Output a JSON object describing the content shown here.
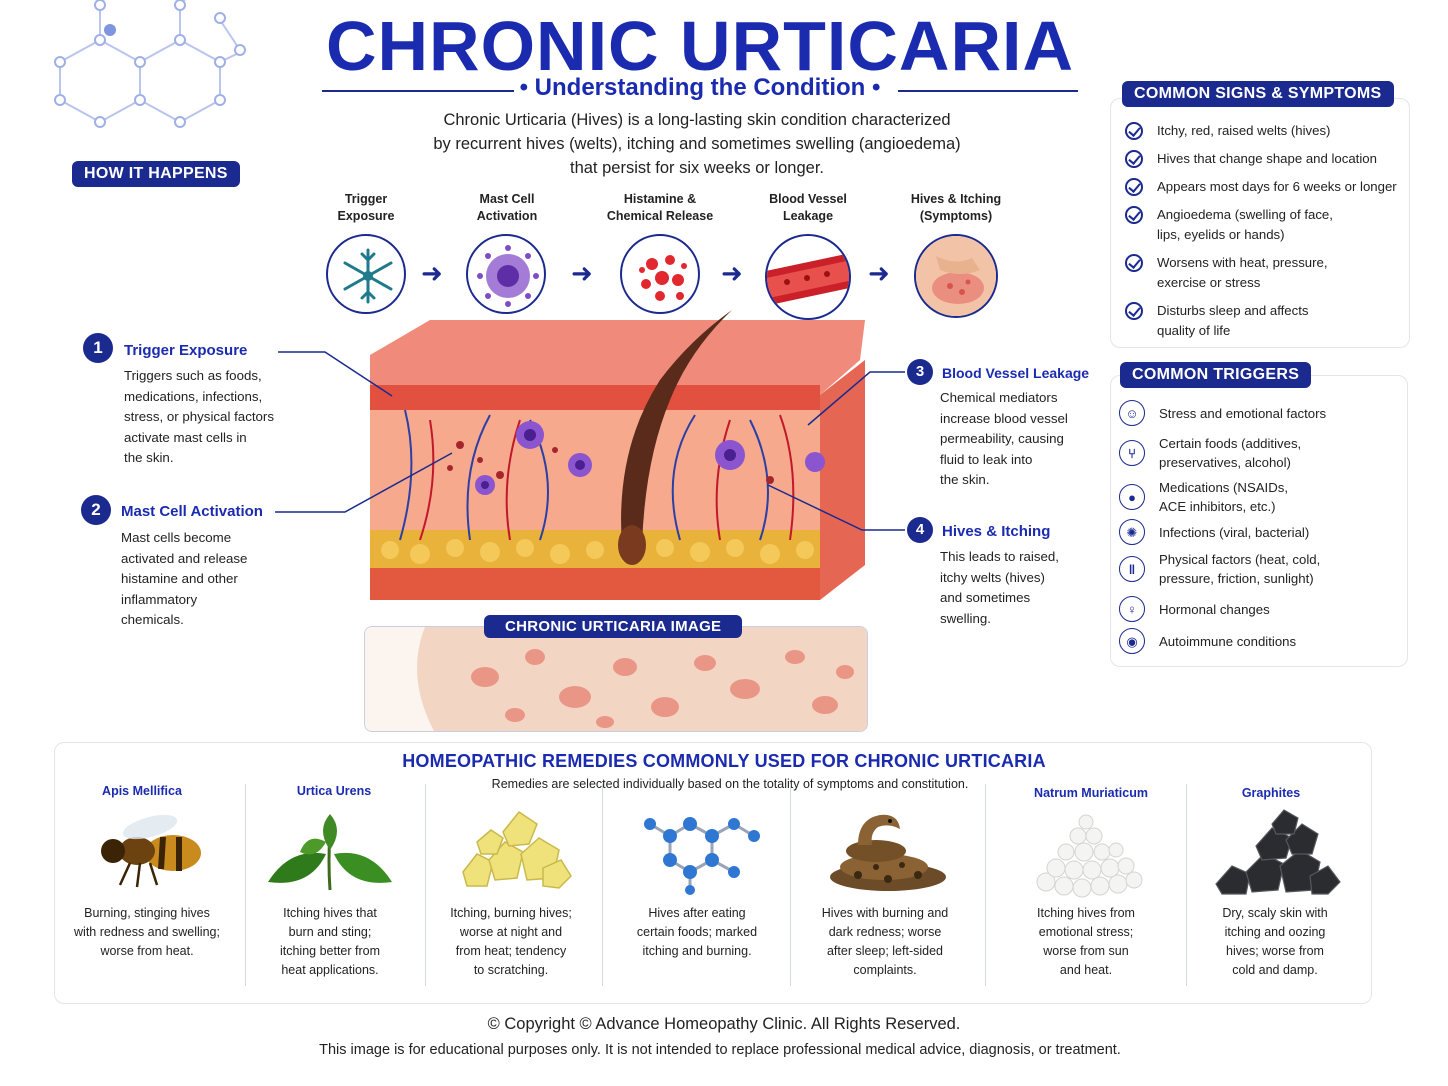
{
  "header": {
    "title": "CHRONIC URTICARIA",
    "subtitle": "• Understanding the Condition •",
    "intro_lines": [
      "Chronic Urticaria (Hives) is a long-lasting skin condition characterized",
      "by recurrent hives (welts), itching and sometimes swelling (angioedema)",
      "that persist for six weeks or longer."
    ]
  },
  "how_it_happens": {
    "label": "HOW IT HAPPENS",
    "steps": [
      {
        "line1": "Trigger",
        "line2": "Exposure",
        "icon": "snowflake-icon"
      },
      {
        "line1": "Mast Cell",
        "line2": "Activation",
        "icon": "mast-cell-icon"
      },
      {
        "line1": "Histamine &",
        "line2": "Chemical Release",
        "icon": "histamine-dots-icon"
      },
      {
        "line1": "Blood Vessel",
        "line2": "Leakage",
        "icon": "blood-vessel-icon"
      },
      {
        "line1": "Hives & Itching",
        "line2": "(Symptoms)",
        "icon": "itching-skin-icon"
      }
    ]
  },
  "callouts": [
    {
      "num": "1",
      "title": "Trigger Exposure",
      "lines": [
        "Triggers such as foods,",
        "medications, infections,",
        "stress, or physical factors",
        "activate mast cells in",
        "the skin."
      ]
    },
    {
      "num": "2",
      "title": "Mast Cell Activation",
      "lines": [
        "Mast cells become",
        "activated and release",
        "histamine and other",
        "inflammatory",
        "chemicals."
      ]
    },
    {
      "num": "3",
      "title": "Blood Vessel Leakage",
      "lines": [
        "Chemical mediators",
        "increase blood vessel",
        "permeability, causing",
        "fluid to leak into",
        "the skin."
      ]
    },
    {
      "num": "4",
      "title": "Hives & Itching",
      "lines": [
        "This leads to raised,",
        "itchy welts (hives)",
        "and sometimes",
        "swelling."
      ]
    }
  ],
  "image_label": "CHRONIC URTICARIA IMAGE",
  "symptoms": {
    "title": "COMMON SIGNS & SYMPTOMS",
    "items": [
      [
        "Itchy, red, raised welts (hives)"
      ],
      [
        "Hives that change shape and location"
      ],
      [
        "Appears most days for 6 weeks or longer"
      ],
      [
        "Angioedema (swelling of face,",
        "lips, eyelids or hands)"
      ],
      [
        "Worsens with heat, pressure,",
        "exercise or stress"
      ],
      [
        "Disturbs sleep and affects",
        "quality of life"
      ]
    ]
  },
  "triggers": {
    "title": "COMMON TRIGGERS",
    "items": [
      {
        "icon": "head-stress-icon",
        "glyph": "☺",
        "lines": [
          "Stress and emotional factors"
        ]
      },
      {
        "icon": "fork-knife-icon",
        "glyph": "⑂",
        "lines": [
          "Certain foods (additives,",
          "preservatives, alcohol)"
        ]
      },
      {
        "icon": "pill-icon",
        "glyph": "●",
        "lines": [
          "Medications (NSAIDs,",
          "ACE inhibitors, etc.)"
        ]
      },
      {
        "icon": "virus-icon",
        "glyph": "✺",
        "lines": [
          "Infections (viral, bacterial)"
        ]
      },
      {
        "icon": "thermometer-icon",
        "glyph": "ǁ",
        "lines": [
          "Physical factors (heat, cold,",
          "pressure, friction, sunlight)"
        ]
      },
      {
        "icon": "female-symbol-icon",
        "glyph": "♀",
        "lines": [
          "Hormonal changes"
        ]
      },
      {
        "icon": "shield-icon",
        "glyph": "◉",
        "lines": [
          "Autoimmune conditions"
        ]
      }
    ]
  },
  "remedies": {
    "title": "HOMEOPATHIC REMEDIES COMMONLY USED FOR CHRONIC URTICARIA",
    "subtitle": "Remedies are selected individually based on the totality of symptoms and constitution.",
    "items": [
      {
        "name": "Apis Mellifica",
        "icon": "bee-icon",
        "lines": [
          "Burning, stinging hives",
          "with redness and swelling;",
          "worse from heat."
        ]
      },
      {
        "name": "Urtica Urens",
        "icon": "nettle-leaf-icon",
        "lines": [
          "Itching hives that",
          "burn and sting;",
          "itching better from",
          "heat applications."
        ]
      },
      {
        "name": "",
        "icon": "sulphur-crystals-icon",
        "lines": [
          "Itching, burning hives;",
          "worse at night and",
          "from heat; tendency",
          "to scratching."
        ]
      },
      {
        "name": "",
        "icon": "molecule-icon",
        "lines": [
          "Hives after eating",
          "certain foods; marked",
          "itching and burning."
        ]
      },
      {
        "name": "",
        "icon": "snake-icon",
        "lines": [
          "Hives with burning and",
          "dark redness; worse",
          "after sleep; left-sided",
          "complaints."
        ]
      },
      {
        "name": "Natrum Muriaticum",
        "icon": "salt-crystals-icon",
        "lines": [
          "Itching hives from",
          "emotional stress;",
          "worse from sun",
          "and heat."
        ]
      },
      {
        "name": "Graphites",
        "icon": "graphite-rocks-icon",
        "lines": [
          "Dry, scaly skin with",
          "itching and oozing",
          "hives; worse from",
          "cold and damp."
        ]
      }
    ]
  },
  "footer": {
    "copyright": "© Copyright © Advance Homeopathy Clinic. All Rights Reserved.",
    "disclaimer": "This image is for educational purposes only. It is not intended to replace professional medical advice, diagnosis, or treatment."
  },
  "colors": {
    "accent": "#1b2a8f",
    "title": "#1b2bb0",
    "skin": "#e8705a"
  }
}
